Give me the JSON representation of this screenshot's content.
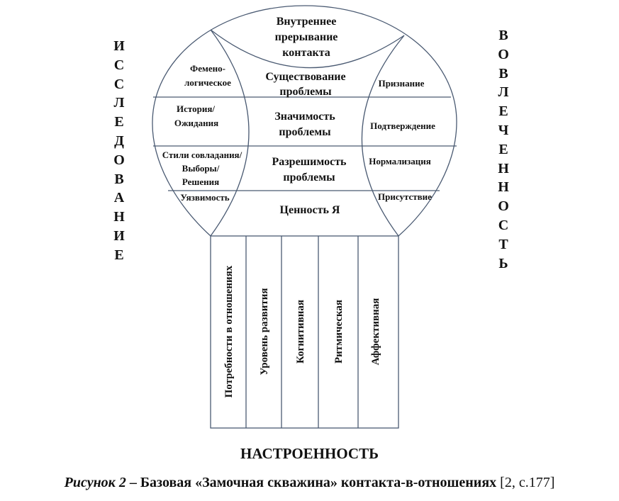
{
  "diagram": {
    "top_lens": [
      "Внутреннее",
      "прерывание",
      "контакта"
    ],
    "left_column": {
      "rows": [
        [
          "Фемено-",
          "логическое"
        ],
        [
          "История/",
          "Ожидания"
        ],
        [
          "Стили совладания/",
          "Выборы/",
          "Решения"
        ],
        [
          "Уязвимость"
        ]
      ]
    },
    "center_column": {
      "rows": [
        [
          "Существование",
          "проблемы"
        ],
        [
          "Значимость",
          "проблемы"
        ],
        [
          "Разрешимость",
          "проблемы"
        ],
        [
          "Ценность Я"
        ]
      ]
    },
    "right_column": {
      "rows": [
        "Признание",
        "Подтверждение",
        "Нормализация",
        "Присутствие"
      ]
    },
    "stem_columns": [
      "Потребности в отношениях",
      "Уровень развития",
      "Когнитивная",
      "Ритмическая",
      "Аффективная"
    ],
    "left_label_letters": [
      "И",
      "С",
      "С",
      "Л",
      "Е",
      "Д",
      "О",
      "В",
      "А",
      "Н",
      "И",
      "Е"
    ],
    "right_label_letters": [
      "В",
      "О",
      "В",
      "Л",
      "Е",
      "Ч",
      "Е",
      "Н",
      "Н",
      "О",
      "С",
      "Т",
      "Ь"
    ],
    "bottom_label": "НАСТРОЕННОСТЬ"
  },
  "caption": {
    "figure": "Рисунок 2",
    "dash": " – ",
    "text": "Базовая «Замочная скважина» контакта-в-отношениях",
    "ref": "[2, с.177]"
  }
}
